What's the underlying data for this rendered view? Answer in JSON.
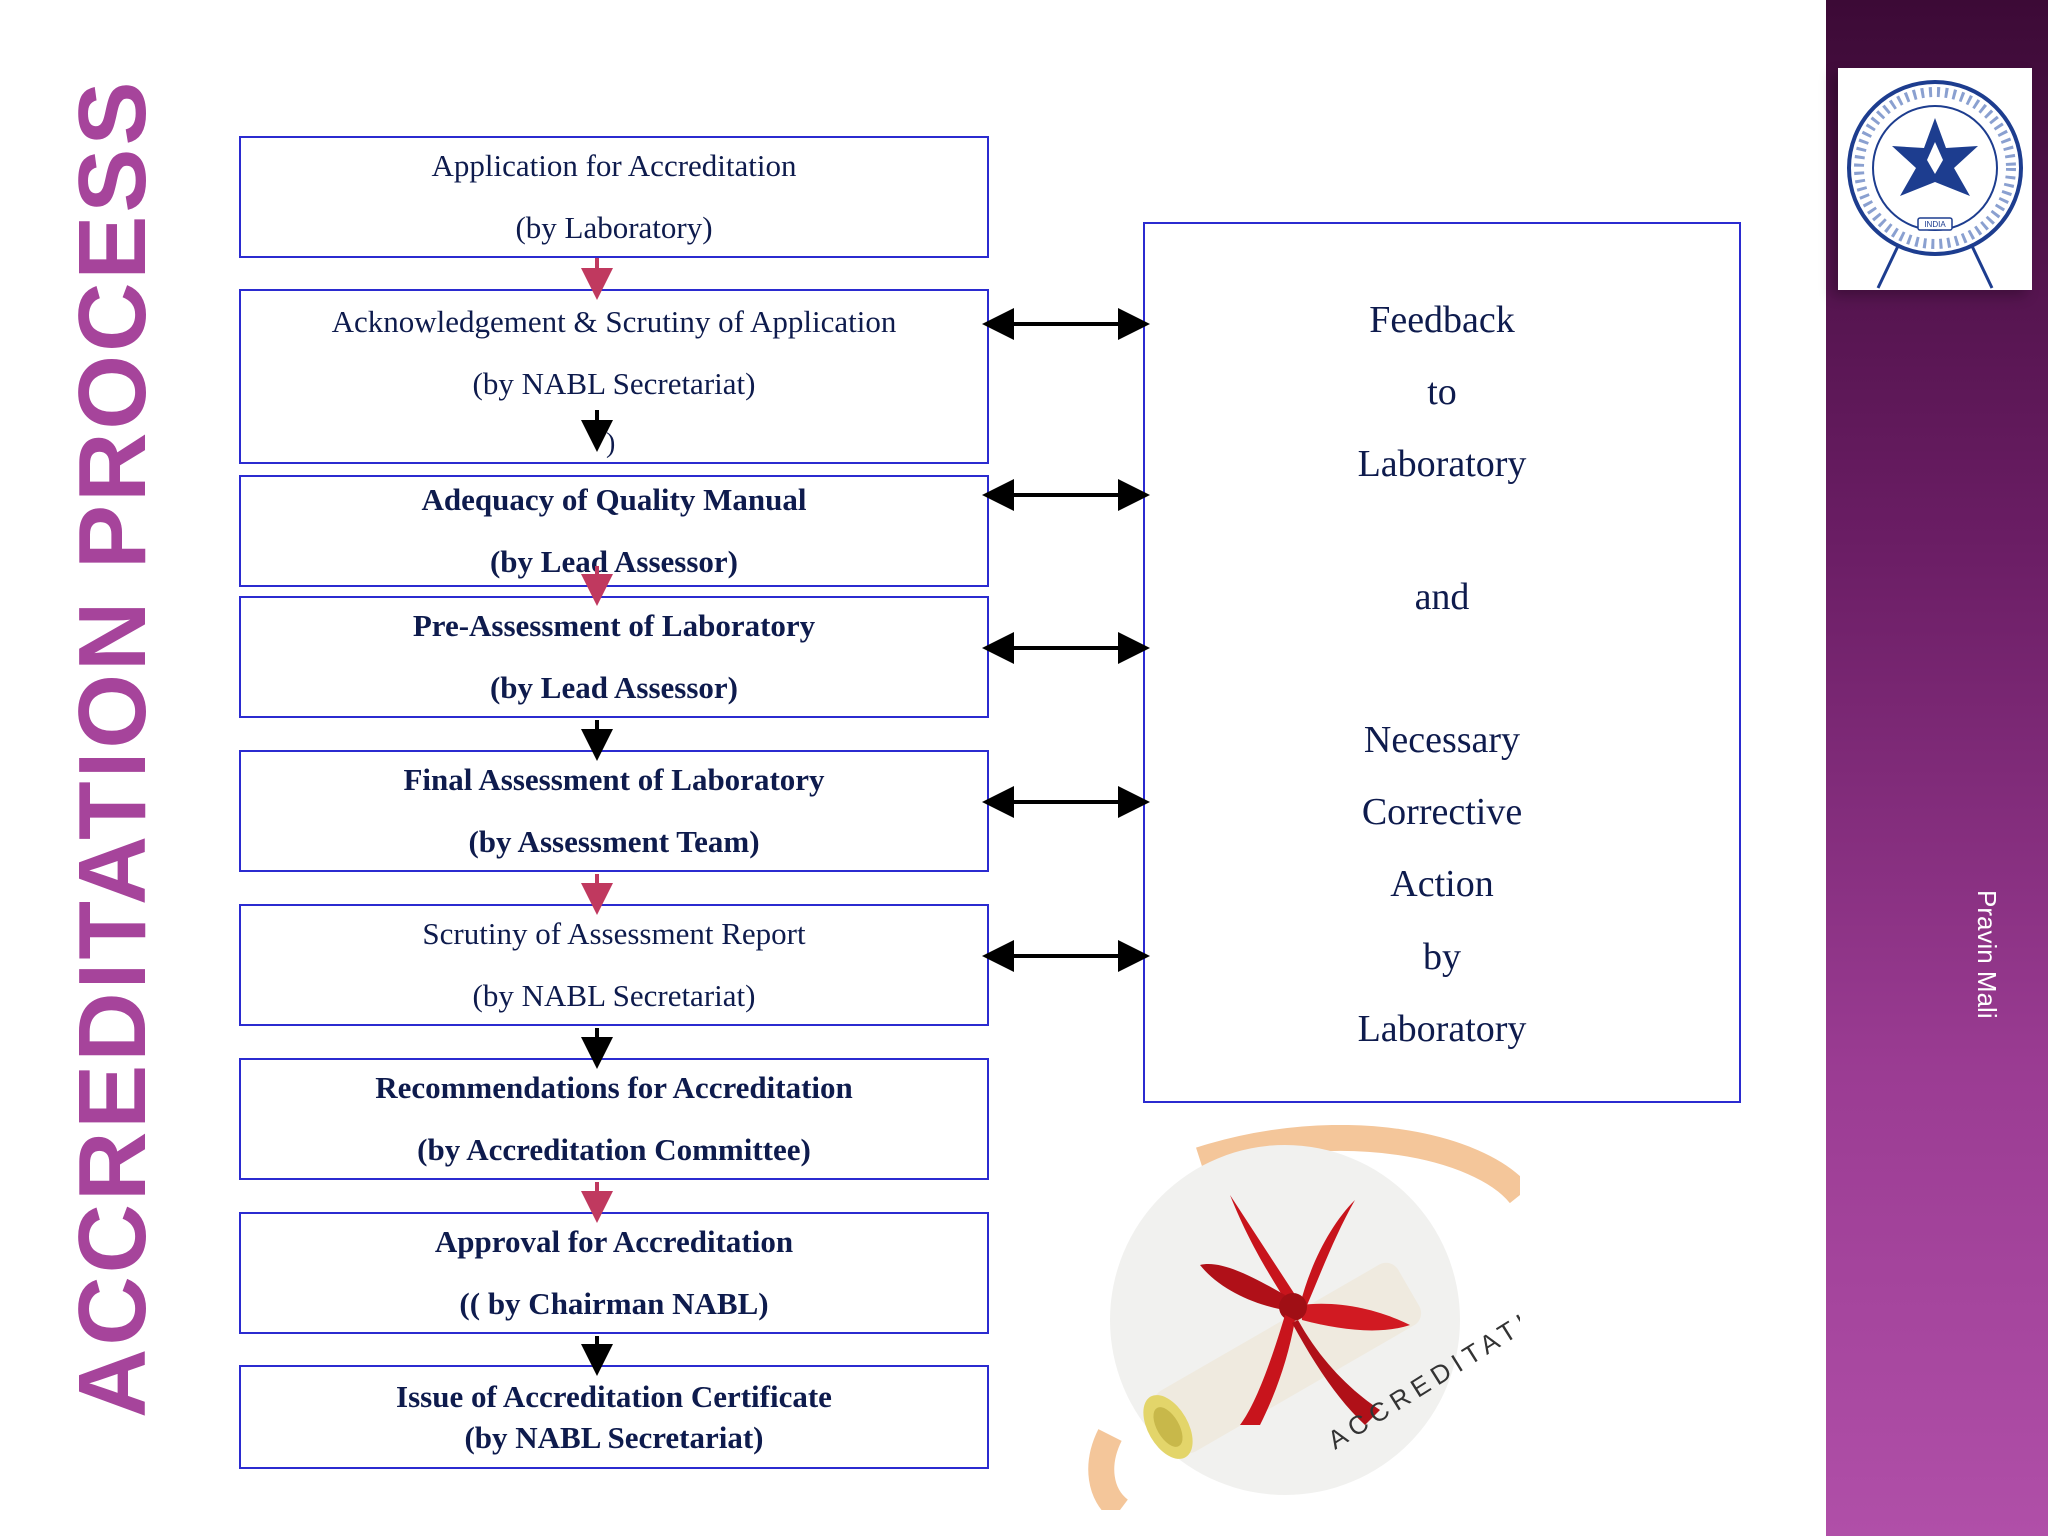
{
  "title": "ACCREDITATION PROCESS",
  "author": "Pravin Mali",
  "steps": [
    {
      "line1": "Application for Accreditation",
      "line2": "(by Laboratory)"
    },
    {
      "line1": "Acknowledgement & Scrutiny of Application",
      "line2": "(by NABL Secretariat)"
    },
    {
      "line1": "Adequacy of Quality Manual",
      "line2": "(by Lead Assessor)"
    },
    {
      "line1": "Pre-Assessment of Laboratory",
      "line2": "(by Lead Assessor)"
    },
    {
      "line1": "Final Assessment of Laboratory",
      "line2": "(by Assessment Team)"
    },
    {
      "line1": "Scrutiny of Assessment Report",
      "line2": "(by NABL Secretariat)"
    },
    {
      "line1": "Recommendations for Accreditation",
      "line2": "(by Accreditation Committee)"
    },
    {
      "line1": "Approval for Accreditation",
      "line2": "(( by Chairman NABL)"
    },
    {
      "line1": "Issue of Accreditation Certificate",
      "line2": "(by NABL Secretariat)"
    }
  ],
  "stray_char": ")",
  "feedback": {
    "lines": [
      "Feedback",
      "to",
      "Laboratory",
      "and",
      "Necessary",
      "Corrective",
      "Action",
      "by",
      "Laboratory"
    ]
  },
  "certificate_text": "ACCREDITATION",
  "logo_text": "INDIA",
  "colors": {
    "title": "#a6449b",
    "box_border": "#2b2bd0",
    "text": "#0e1b4d",
    "arrow_pink": "#c0395f",
    "arrow_black": "#000000",
    "sidebar": "#7a2a72"
  }
}
